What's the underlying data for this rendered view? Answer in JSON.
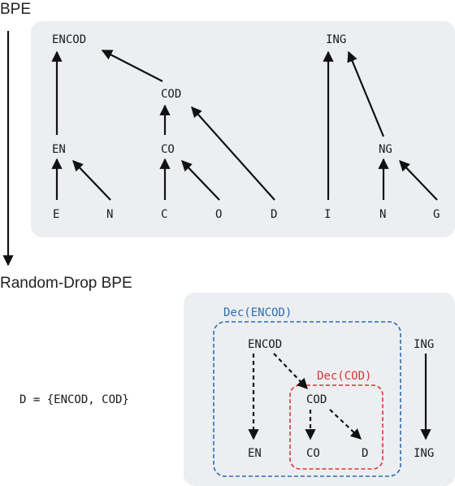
{
  "top": {
    "title": "BPE",
    "leaves": [
      "E",
      "N",
      "C",
      "O",
      "D",
      "I",
      "N",
      "G"
    ],
    "level1": [
      "EN",
      "CO",
      "NG"
    ],
    "level2": [
      "COD"
    ],
    "roots": [
      "ENCOD",
      "ING"
    ]
  },
  "transition_label": "Random-Drop BPE",
  "bottom": {
    "drop_set": "D = {ENCOD, COD}",
    "dec_outer_label": "Dec(ENCOD)",
    "dec_inner_label": "Dec(COD)",
    "nodes": {
      "encod": "ENCOD",
      "cod": "COD",
      "en": "EN",
      "co": "CO",
      "d": "D",
      "ing_top": "ING",
      "ing_bottom": "ING"
    }
  },
  "colors": {
    "panel_bg": "#eceef1",
    "blue": "#2a6fb3",
    "red": "#d93636",
    "arrow": "#111111"
  }
}
